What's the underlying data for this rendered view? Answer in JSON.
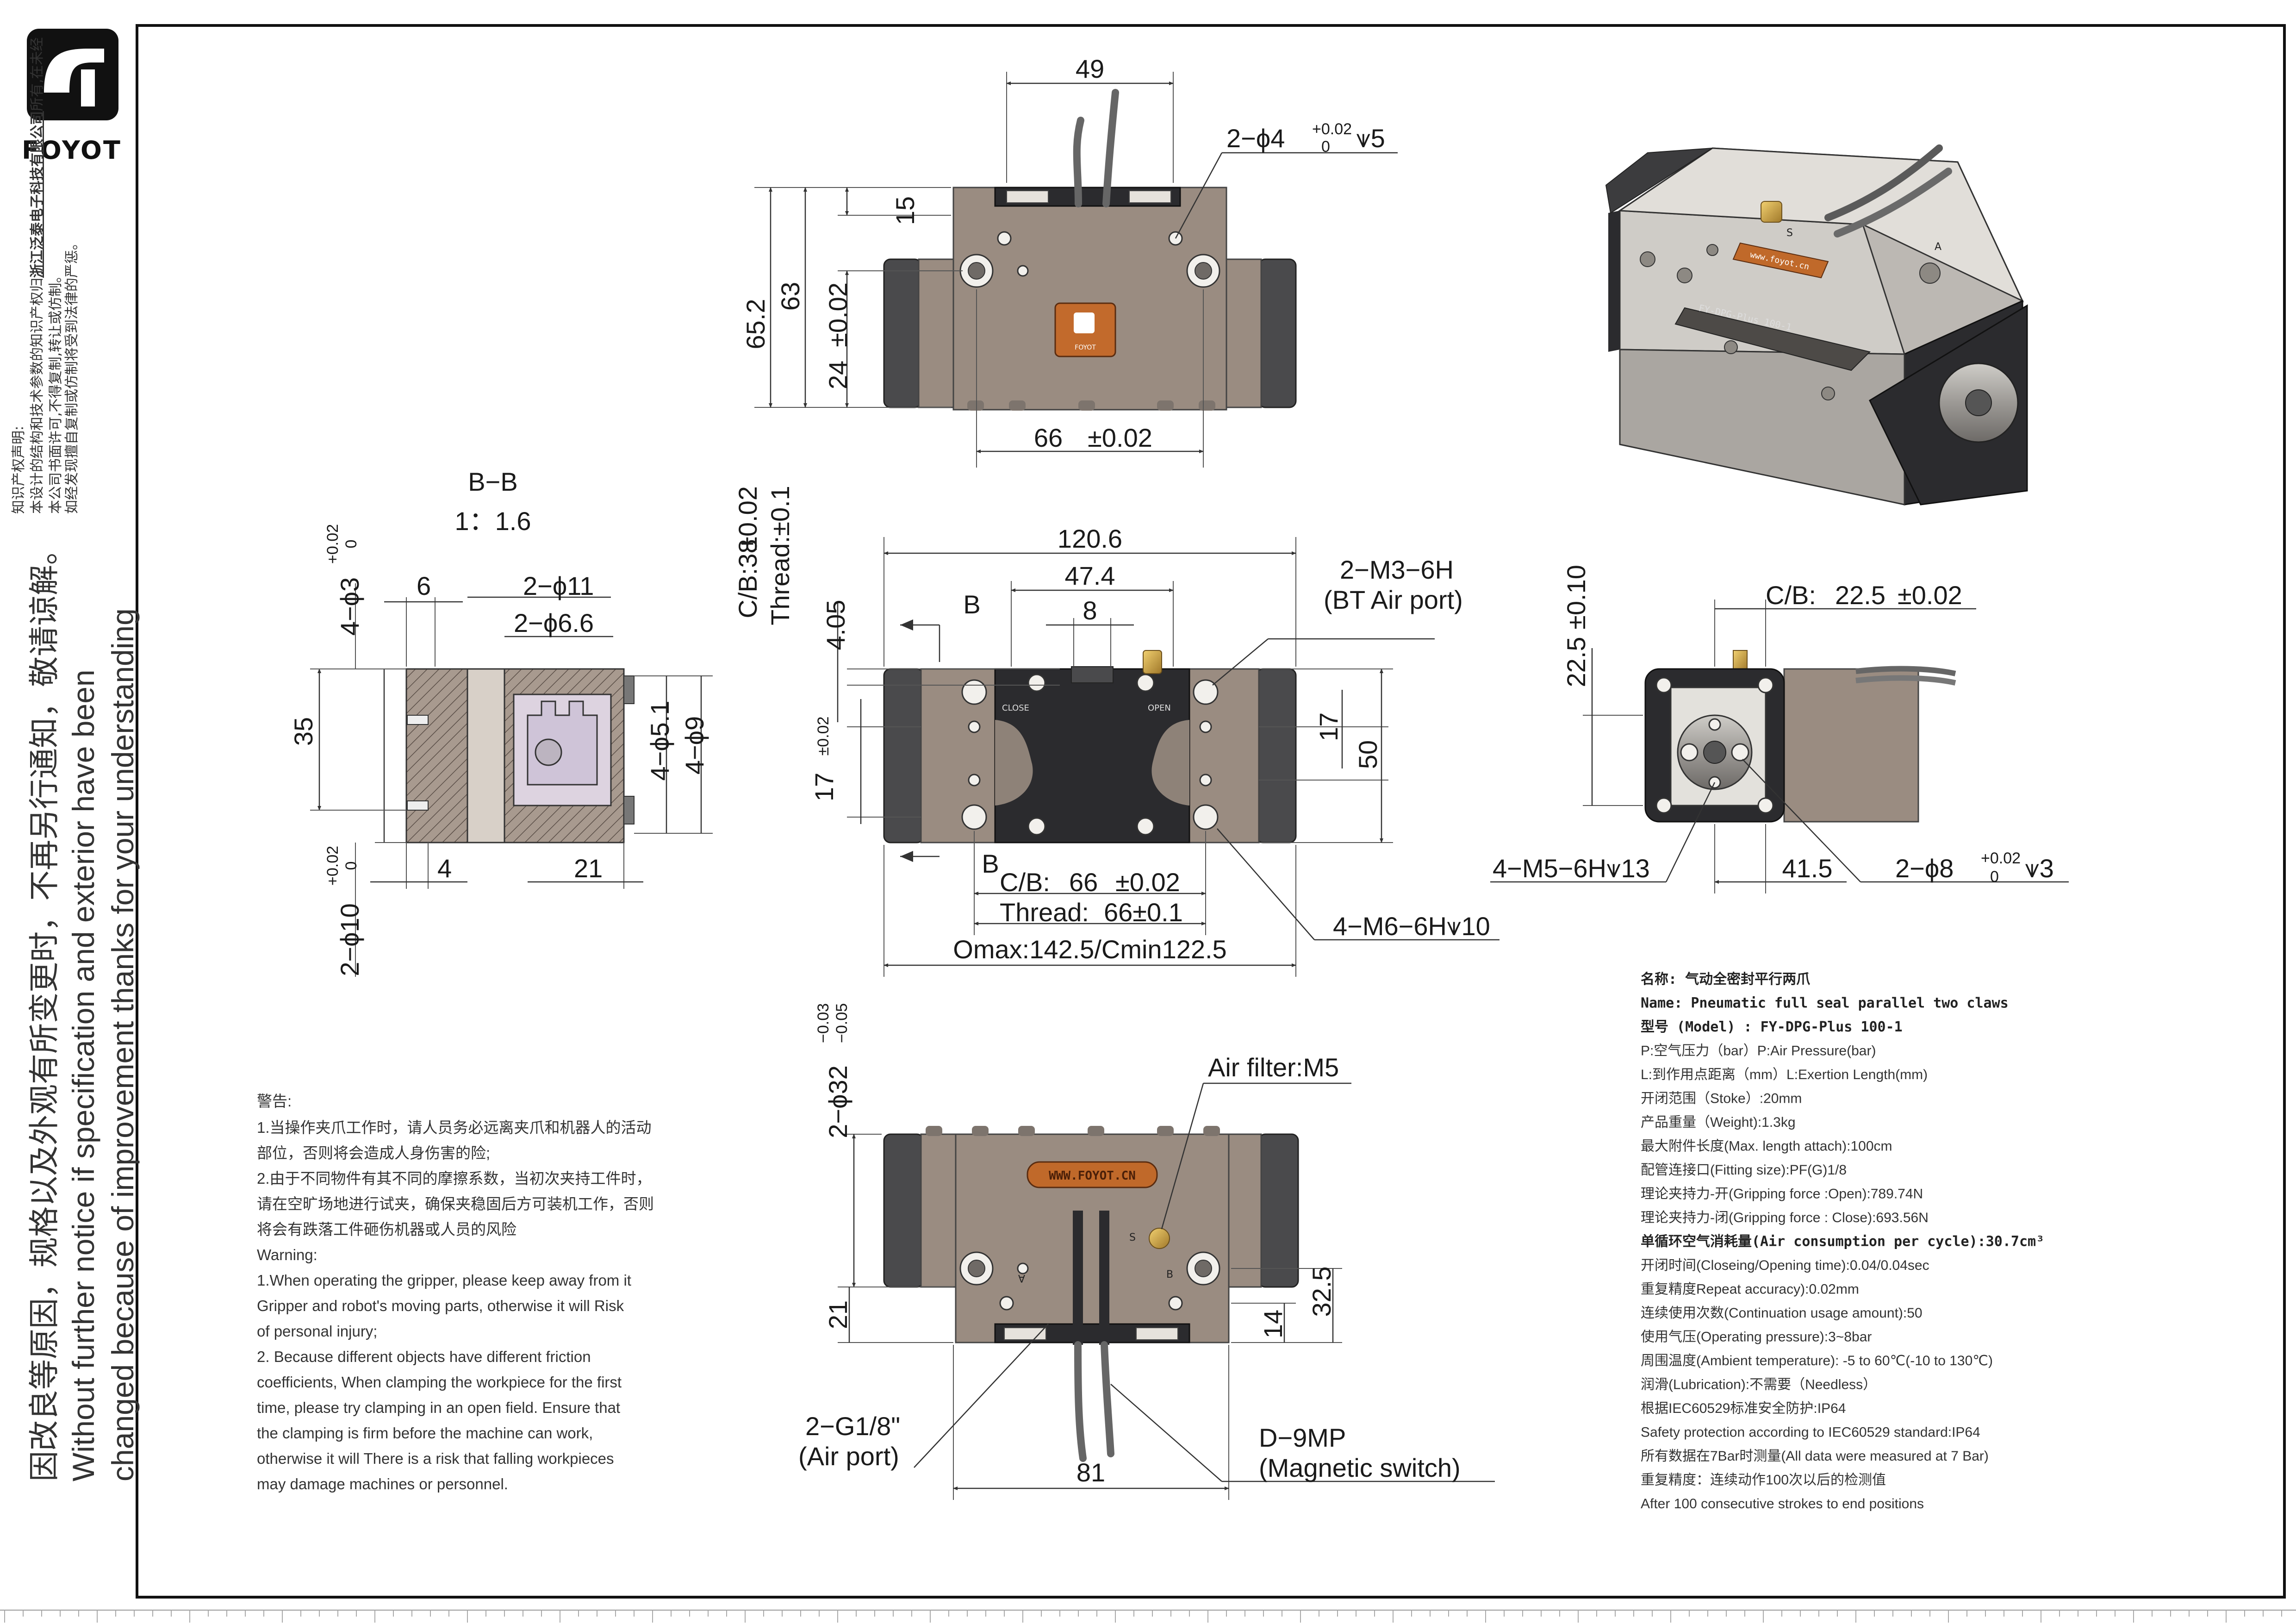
{
  "logo": {
    "brand": "FOYOT"
  },
  "side": {
    "ip_title": "知识产权声明:",
    "ip_line1": "本设计的结构和技术参数的知识产权归",
    "ip_company": "浙江泛泰电子科技有限公司",
    "ip_line1b": "所有,在未经",
    "ip_line2": "本公司书面许可,不得复制,转让或仿制。",
    "ip_line3": "如经发现擅自复制或仿制将受到法律的严惩。",
    "change_cn": "因改良等原因，规格以及外观有所变更时，不再另行通知，敬请谅解。",
    "change_en1": "Without further notice if specification and exterior have been",
    "change_en2": "changed because of improvement thanks for your understanding"
  },
  "top_view": {
    "w49": "49",
    "hole_note": "2−ϕ4",
    "hole_tol_up": "+0.02",
    "hole_tol_low": "0",
    "hole_depth": "⩛5",
    "h65": "65.2",
    "h63": "63",
    "h15": "15",
    "h24": "24",
    "h24tol": "±0.02",
    "w66": "66",
    "w66tol": "±0.02",
    "badge_text": "FOYOT"
  },
  "section_bb": {
    "title": "B−B",
    "scale": "1：1.6",
    "d4x3": "4−ϕ3",
    "d4x3_up": "+0.02",
    "d4x3_low": "0",
    "d6": "6",
    "d2x11": "2−ϕ11",
    "d2x66": "2−ϕ6.6",
    "d35": "35",
    "d4x51": "4−ϕ5.1",
    "d4x9": "4−ϕ9",
    "d4": "4",
    "d21": "21",
    "d2x10": "2−ϕ10",
    "d2x10_up": "+0.02",
    "d2x10_low": "0"
  },
  "front_view": {
    "cb38": "C/B:38",
    "cb38tol": "±0.02",
    "thread01": "Thread:±0.1",
    "w1206": "120.6",
    "w474": "47.4",
    "w8": "8",
    "h405": "4.05",
    "section_mark": "B",
    "m3": "2−M3−6H",
    "bt_port": "(BT Air port)",
    "h17l": "17",
    "h17l_tol": "±0.02",
    "h17r": "17",
    "h50": "50",
    "cb66": "C/B:",
    "cb66v": "66",
    "cb66tol": "±0.02",
    "thread66": "Thread:",
    "thread66v": "66±0.1",
    "omax": "Omax:142.5/Cmin122.5",
    "m6": "4−M6−6H⩛10",
    "close_label": "CLOSE",
    "open_label": "OPEN"
  },
  "end_view": {
    "cb225": "C/B:",
    "cb225v": "22.5",
    "cb225tol": "±0.02",
    "h225": "22.5",
    "h225tol": "±0.10",
    "m5": "4−M5−6H⩛13",
    "w415": "41.5",
    "d2x8": "2−ϕ8",
    "d2x8_up": "+0.02",
    "d2x8_low": "0",
    "d2x8_depth": "⩛3"
  },
  "bottom_view": {
    "d32": "2−ϕ32",
    "d32_up": "−0.03",
    "d32_low": "−0.05",
    "air_filter": "Air filter:M5",
    "port_s": "S",
    "port_a": "A",
    "port_b": "B",
    "h21": "21",
    "h14": "14",
    "h325": "32.5",
    "w81": "81",
    "air_port": "2−G1/8\"",
    "air_port2": "(Air port)",
    "dmp": "D−9MP",
    "dmp2": "(Magnetic switch)",
    "plate": "WWW.FOYOT.CN"
  },
  "warnings": {
    "title": "警告:",
    "cn1": "1.当操作夹爪工作时，请人员务必远离夹爪和机器人的活动",
    "cn1b": "部位，否则将会造成人身伤害的险;",
    "cn2": "2.由于不同物件有其不同的摩擦系数，当初次夹持工件时，",
    "cn2b": "请在空旷场地进行试夹，确保夹稳固后方可装机工作，否则",
    "cn2c": "将会有跌落工件砸伤机器或人员的风险",
    "en_title": "Warning:",
    "en1": "1.When operating the gripper, please keep away from it",
    "en1b": "Gripper and robot's moving parts, otherwise it will Risk",
    "en1c": "of personal injury;",
    "en2": "2. Because different objects have different friction",
    "en2b": "coefficients, When clamping the workpiece for the first",
    "en2c": "time, please try clamping in an open field. Ensure that",
    "en2d": "the clamping is firm before the machine can work,",
    "en2e": "otherwise it will There is a risk that falling workpieces",
    "en2f": "may damage machines or personnel."
  },
  "specs": [
    {
      "t": "名称: 气动全密封平行两爪",
      "b": true
    },
    {
      "t": "Name: Pneumatic full seal parallel two claws",
      "b": true
    },
    {
      "t": "型号 (Model) : FY-DPG-Plus 100-1",
      "b": true
    },
    {
      "t": "P:空气压力（bar）P:Air Pressure(bar)",
      "b": false
    },
    {
      "t": "L:到作用点距离（mm）L:Exertion Length(mm)",
      "b": false
    },
    {
      "t": "开闭范围（Stoke）:20mm",
      "b": false
    },
    {
      "t": "产品重量（Weight):1.3kg",
      "b": false
    },
    {
      "t": "最大附件长度(Max. length attach):100cm",
      "b": false
    },
    {
      "t": "配管连接口(Fitting size):PF(G)1/8",
      "b": false
    },
    {
      "t": "理论夹持力-开(Gripping force :Open):789.74N",
      "b": false
    },
    {
      "t": "理论夹持力-闭(Gripping force : Close):693.56N",
      "b": false
    },
    {
      "t": "单循环空气消耗量(Air consumption per cycle):30.7cm³",
      "b": true
    },
    {
      "t": "开闭时间(Closeing/Opening time):0.04/0.04sec",
      "b": false
    },
    {
      "t": "重复精度Repeat accuracy):0.02mm",
      "b": false
    },
    {
      "t": "连续使用次数(Continuation usage amount):50",
      "b": false
    },
    {
      "t": "使用气压(Operating pressure):3~8bar",
      "b": false
    },
    {
      "t": "周围温度(Ambient temperature): -5 to 60℃(-10 to 130℃)",
      "b": false
    },
    {
      "t": "润滑(Lubrication):不需要（Needless）",
      "b": false
    },
    {
      "t": "根据IEC60529标准安全防护:IP64",
      "b": false
    },
    {
      "t": "Safety protection according to IEC60529 standard:IP64",
      "b": false
    },
    {
      "t": "所有数据在7Bar时测量(All data were measured at 7 Bar)",
      "b": false
    },
    {
      "t": "重复精度：连续动作100次以后的检测值",
      "b": false
    },
    {
      "t": "After 100 consecutive strokes to end positions",
      "b": false
    }
  ],
  "iso_view": {
    "plate1": "FY-DPG-Plus 100-1",
    "plate2": "www.foyot.cn",
    "port_s": "S",
    "port_a": "A"
  }
}
